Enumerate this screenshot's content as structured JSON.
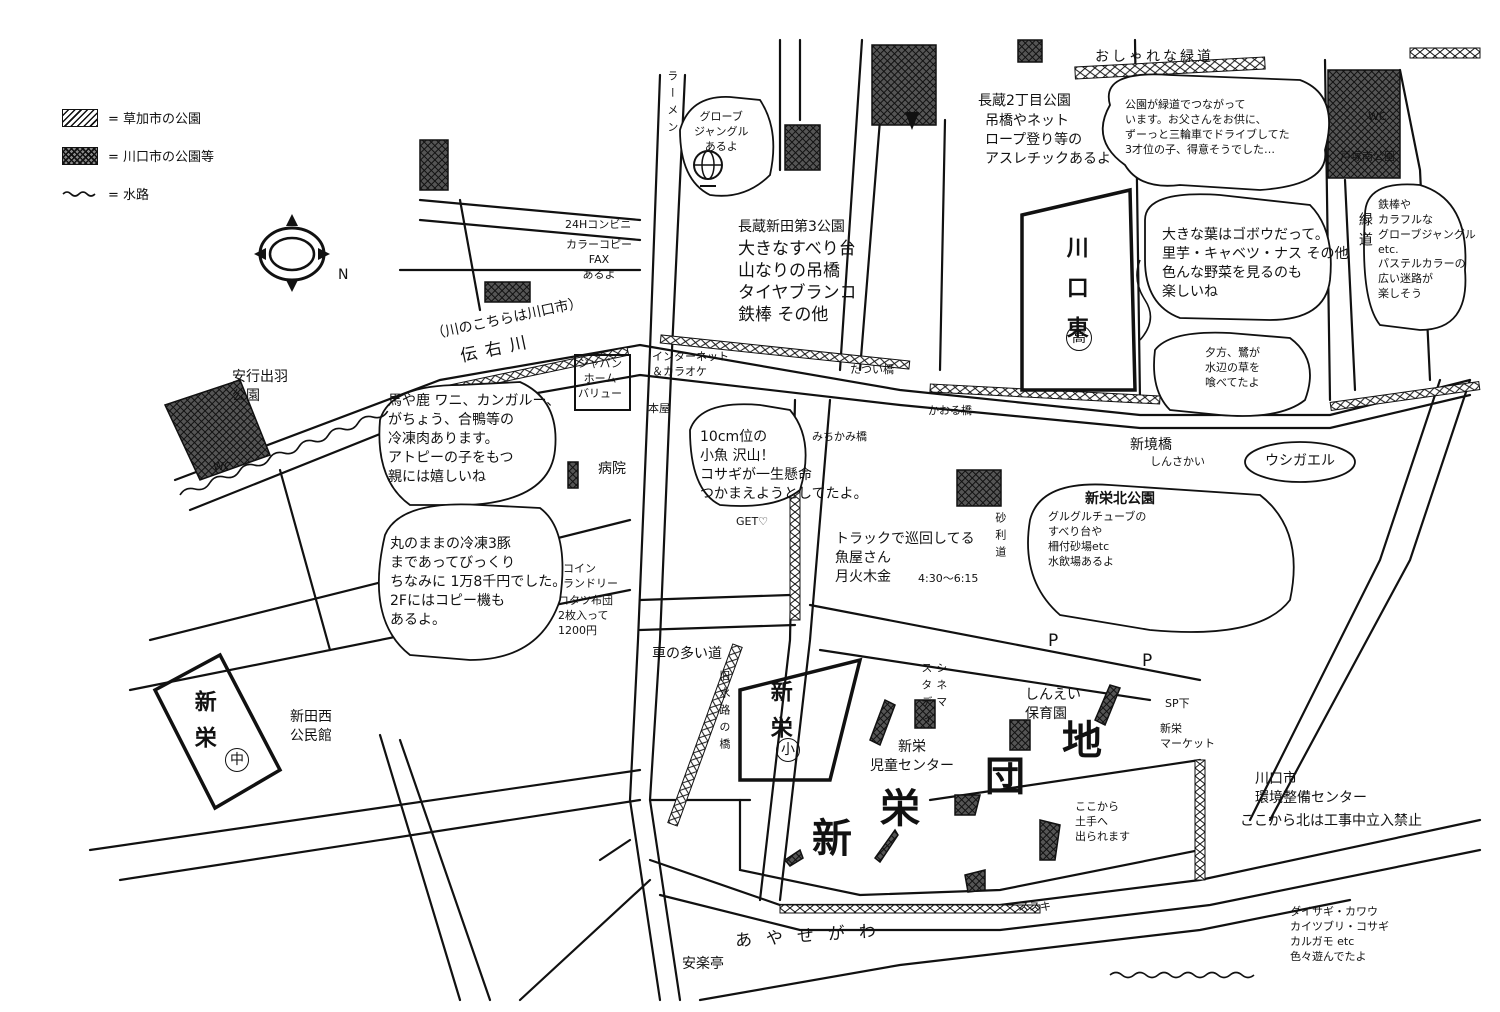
{
  "legend": {
    "soka_park": "= 草加市の公園",
    "kawaguchi_park": "= 川口市の公園等",
    "waterway": "= 水路"
  },
  "compass": {
    "north": "N"
  },
  "roads": {
    "ramen": "ラーメン",
    "oshare_ryokudo": "おしゃれな緑道",
    "ryokudo": "緑道",
    "kuruma_oi_michi": "車の多い道",
    "kyu_suiro": "旧水路の橋"
  },
  "bridges": {
    "tatsui": "たつい橋",
    "kaoru": "かおる橋",
    "michikami": "みちかみ橋",
    "shinsakai": "新境橋",
    "shinsakai_reading": "しんさかい"
  },
  "rivers": {
    "denemon": "伝右川",
    "ayase": "あやせがわ",
    "kawaguchi_note": "（川のこちらは川口市）"
  },
  "places": {
    "anyuude_park": "安行出羽\n公園",
    "wc": "WC",
    "japan_home_value": "ジャパン\nホーム\nバリュー",
    "byoin": "病院",
    "honya": "本屋",
    "internet_karaoke": "インターネット\n＆カラオケ",
    "konbini": "24Hコンビニ",
    "konbini_note": "カラーコピー\nFAX\nあるよ",
    "glove_jungle": "グローブ\nジャングル\nあるよ",
    "nagakura_3": "長蔵新田第3公園",
    "nagakura_3_note": "大きなすべり台\n山なりの吊橋\nタイヤブランコ\n鉄棒 その他",
    "nagakura_2": "長蔵2丁目公園",
    "nagakura_2_note": "吊橋やネット\nロープ登り等の\nアスレチックあるよ",
    "kawaguchi_higashi": "川口東",
    "kawaguchi_higashi_badge": "高",
    "tozuka_minami": "戸塚南公園",
    "shinei_chu": "新栄",
    "shinei_chu_badge": "中",
    "shinden_nishi": "新田西\n公民館",
    "coin_laundry": "コイン\nランドリー",
    "coin_laundry_note": "コタツ布団\n2枚入って\n1200円",
    "shinei_sho": "新栄",
    "shinei_sho_badge": "小",
    "shinei_jido": "新栄\n児童センター",
    "cinema": "シネマ\nスタディ",
    "shinei_hoikuen": "しんえい\n保育園",
    "danchi_1": "新",
    "danchi_2": "栄",
    "danchi_3": "団",
    "danchi_4": "地",
    "sp_shimo": "SP下",
    "shinei_market": "新栄\nマーケット",
    "kankyo_center": "川口市\n環境整備センター",
    "shineikita": "新栄北公園",
    "anrakutei": "安楽亭",
    "parking": "P"
  },
  "notes": {
    "ryokudo_bubble": "公園が緑道でつながって\nいます。お父さんをお供に、\nずーっと三輪車でドライブしてた\n3才位の子、得意そうでした…",
    "gobou_bubble": "大きな葉はゴボウだって。\n里芋・キャベツ・ナス その他\n色んな野菜を見るのも\n楽しいね",
    "tetsubo_bubble": "鉄棒や\nカラフルな\nグローブジャングル\netc.\nパステルカラーの\n広い迷路が\n楽しそう",
    "sagi_bubble": "夕方、鷺が\n水辺の草を\n喰べてたよ",
    "ushigaeru": "ウシガエル",
    "basashi_bubble": "馬や鹿 ワニ、カンガルー、\nがちょう、合鴨等の\n冷凍肉あります。\nアトピーの子をもつ\n親には嬉しいね",
    "buta_bubble": "丸のままの冷凍3豚\nまであってびっくり\nちなみに 1万8千円でした。\n2Fにはコピー機も\nあるよ。",
    "kosakana_bubble": "10cm位の\n小魚 沢山！\nコサギが一生懸命\nつかまえようとしてたよ。",
    "get": "GET♡",
    "fish_truck": "トラックで巡回してる\n魚屋さん\n月火木金",
    "fish_time": "4:30〜6:15",
    "jari_michi": "砂利道",
    "shineikita_bubble": "グルグルチューブの\nすべり台や\n柵付砂場etc\n水飲場あるよ",
    "dote": "ここから\n土手へ\n出られます",
    "susuki": "ススキ",
    "kouji": "ここから北は工事中立入禁止",
    "birds": "ダイサギ・カワウ\nカイツブリ・コサギ\nカルガモ etc\n色々遊んでたよ"
  }
}
